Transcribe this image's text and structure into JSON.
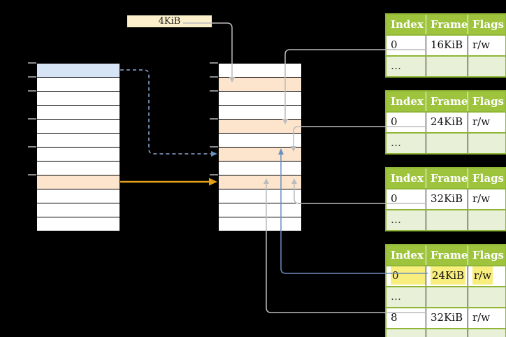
{
  "page_size_box": {
    "label": "4KiB"
  },
  "left_column": {
    "rows": [
      {
        "fill": "blue"
      },
      {
        "fill": "white"
      },
      {
        "fill": "white"
      },
      {
        "fill": "white"
      },
      {
        "fill": "white"
      },
      {
        "fill": "white"
      },
      {
        "fill": "white"
      },
      {
        "fill": "white"
      },
      {
        "fill": "peach"
      },
      {
        "fill": "white"
      },
      {
        "fill": "white"
      },
      {
        "fill": "white"
      }
    ]
  },
  "middle_column": {
    "rows": [
      {
        "fill": "white"
      },
      {
        "fill": "peach"
      },
      {
        "fill": "white"
      },
      {
        "fill": "white"
      },
      {
        "fill": "peach"
      },
      {
        "fill": "white"
      },
      {
        "fill": "peach"
      },
      {
        "fill": "white"
      },
      {
        "fill": "peach"
      },
      {
        "fill": "white"
      },
      {
        "fill": "white"
      },
      {
        "fill": "white"
      }
    ]
  },
  "ticks_y": [
    90,
    110,
    130,
    170,
    210,
    250
  ],
  "tables": [
    {
      "headers": [
        "Index",
        "Frame",
        "Flags"
      ],
      "rows": [
        {
          "variant": "plain",
          "cells": [
            "0",
            "16KiB",
            "r/w"
          ]
        },
        {
          "variant": "ellipsis",
          "cells": [
            "…",
            "",
            ""
          ]
        }
      ]
    },
    {
      "headers": [
        "Index",
        "Frame",
        "Flags"
      ],
      "rows": [
        {
          "variant": "plain",
          "cells": [
            "0",
            "24KiB",
            "r/w"
          ]
        },
        {
          "variant": "ellipsis",
          "cells": [
            "…",
            "",
            ""
          ]
        }
      ]
    },
    {
      "headers": [
        "Index",
        "Frame",
        "Flags"
      ],
      "rows": [
        {
          "variant": "plain",
          "cells": [
            "0",
            "32KiB",
            "r/w"
          ]
        },
        {
          "variant": "ellipsis",
          "cells": [
            "…",
            "",
            ""
          ]
        }
      ]
    },
    {
      "headers": [
        "Index",
        "Frame",
        "Flags"
      ],
      "rows": [
        {
          "variant": "highlight",
          "cells": [
            "0",
            "24KiB",
            "r/w"
          ]
        },
        {
          "variant": "ellipsis",
          "cells": [
            "…",
            "",
            ""
          ]
        },
        {
          "variant": "plain",
          "cells": [
            "8",
            "32KiB",
            "r/w"
          ]
        },
        {
          "variant": "ellipsis",
          "cells": [
            "…",
            "",
            ""
          ]
        }
      ]
    }
  ],
  "colors": {
    "background": "#000000",
    "box_fill": "#fcefcc",
    "blue_row": "#d6e4f5",
    "peach_row": "#fce4cd",
    "table_header_green": "#9ec43e",
    "table_border_green": "#8fb636",
    "table_light_row": "#e8f0d7",
    "highlight_yellow": "#f8ee7e",
    "wire_gray": "#bcbcbc",
    "wire_blue_solid": "#6c8ebe",
    "wire_blue_dashed": "#8ea9d6",
    "wire_orange": "#e2a117"
  }
}
